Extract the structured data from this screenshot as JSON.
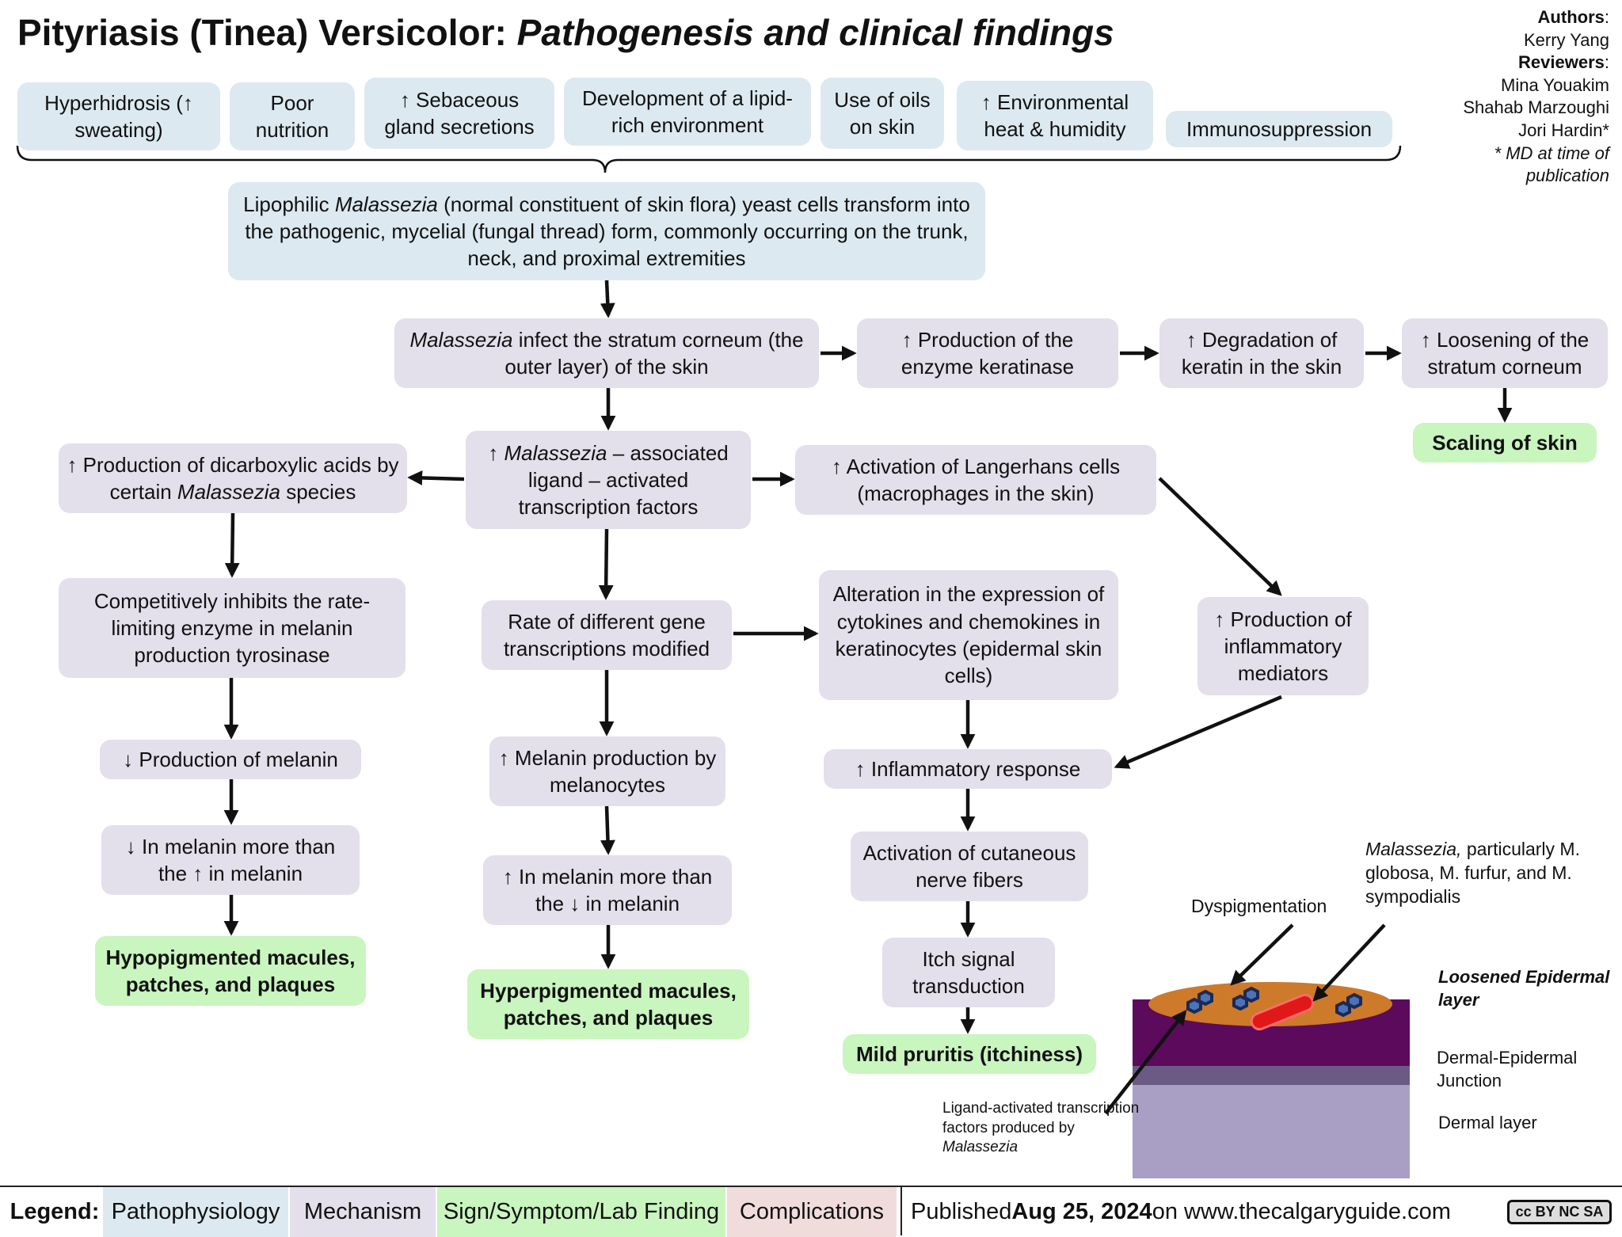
{
  "title": {
    "main": "Pityriasis (Tinea) Versicolor: ",
    "sub": "Pathogenesis and clinical findings"
  },
  "authors": {
    "authors_label": "Authors",
    "author": "Kerry Yang",
    "reviewers_label": "Reviewers",
    "reviewers": [
      "Mina Youakim",
      "Shahab Marzoughi",
      "Jori Hardin*"
    ],
    "note": "* MD at time of publication"
  },
  "risk_factors": [
    "Hyperhidrosis (↑ sweating)",
    "Poor nutrition",
    "↑ Sebaceous gland secretions",
    "Development of a lipid-rich environment",
    "Use of oils on skin",
    "↑ Environmental heat & humidity",
    "Immunosuppression"
  ],
  "nodes": {
    "transform": {
      "pre": "Lipophilic ",
      "em": "Malassezia",
      "post": " (normal constituent of skin flora) yeast cells transform into the pathogenic, mycelial (fungal thread) form, commonly occurring on the trunk, neck, and proximal extremities"
    },
    "infect": {
      "em": "Malassezia",
      "post": " infect the stratum corneum (the outer layer) of the skin"
    },
    "keratinase": "↑ Production of the enzyme keratinase",
    "degradation": "↑ Degradation of keratin in the skin",
    "loosening": "↑ Loosening of the stratum corneum",
    "scaling": "Scaling of skin",
    "ligand": {
      "pre": "↑ ",
      "em": "Malassezia",
      "post": " – associated ligand – activated transcription factors"
    },
    "dicarboxylic": {
      "pre": "↑ Production of dicarboxylic acids by certain ",
      "em": "Malassezia",
      "post": " species"
    },
    "langerhans": "↑ Activation of Langerhans cells (macrophages in the skin)",
    "competitive": "Competitively inhibits the rate-limiting enzyme in melanin production tyrosinase",
    "rate": "Rate of different gene transcriptions modified",
    "cytokines": "Alteration in the expression of cytokines and chemokines in keratinocytes (epidermal skin cells)",
    "mediators": "↑ Production of inflammatory mediators",
    "melanin_down": "↓ Production of melanin",
    "melanin_up": "↑ Melanin production by melanocytes",
    "inflammatory": "↑ Inflammatory response",
    "less_melanin": "↓ In melanin more than the ↑ in melanin",
    "more_melanin": "↑ In melanin more than the ↓ in melanin",
    "nerve": "Activation of cutaneous nerve fibers",
    "itch": "Itch signal transduction",
    "hypo": "Hypopigmented macules, patches, and plaques",
    "hyper": "Hyperpigmented macules, patches, and plaques",
    "pruritis": "Mild pruritis (itchiness)"
  },
  "figure": {
    "dyspigmentation": "Dyspigmentation",
    "species_em": "Malassezia,",
    "species_rest": " particularly M. globosa, M. furfur, and M. sympodialis",
    "loosened": "Loosened Epidermal layer",
    "junction": "Dermal-Epidermal Junction",
    "dermal": "Dermal layer",
    "ligand_pre": "Ligand-activated transcription factors produced by ",
    "ligand_em": "Malassezia"
  },
  "legend": {
    "label": "Legend:",
    "items": [
      {
        "label": "Pathophysiology",
        "color": "#dce9f0"
      },
      {
        "label": "Mechanism",
        "color": "#e3dfeb"
      },
      {
        "label": "Sign/Symptom/Lab Finding",
        "color": "#c9f5be"
      },
      {
        "label": "Complications",
        "color": "#f1dcdc"
      }
    ],
    "published_pre": "Published ",
    "published_date": "Aug 25, 2024",
    "published_post": " on www.thecalgaryguide.com",
    "license": "cc BY NC SA"
  },
  "colors": {
    "pathophysiology": "#dce9f0",
    "mechanism": "#e3dfeb",
    "sign": "#c9f5be",
    "complications": "#f1dcdc",
    "epidermis": "#5c0a5c",
    "junction": "#6b5a86",
    "dermis": "#a99fc4",
    "lesion": "#cd7a2a"
  }
}
